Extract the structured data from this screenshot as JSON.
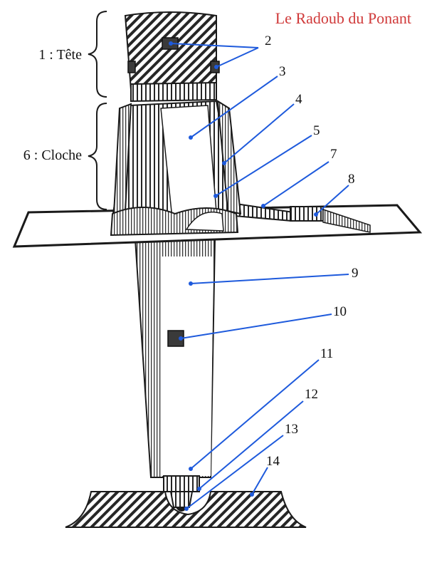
{
  "title": "Le Radoub du Ponant",
  "colors": {
    "title": "#d03a3a",
    "leader": "#1e5adc",
    "ink": "#1a1a1a",
    "hatch": "#2a2a2a"
  },
  "groups": {
    "tete": "1 : Tête",
    "cloche": "6 : Cloche"
  },
  "labels": {
    "l2": "2",
    "l3": "3",
    "l4": "4",
    "l5": "5",
    "l7": "7",
    "l8": "8",
    "l9": "9",
    "l10": "10",
    "l11": "11",
    "l12": "12",
    "l13": "13",
    "l14": "14"
  }
}
